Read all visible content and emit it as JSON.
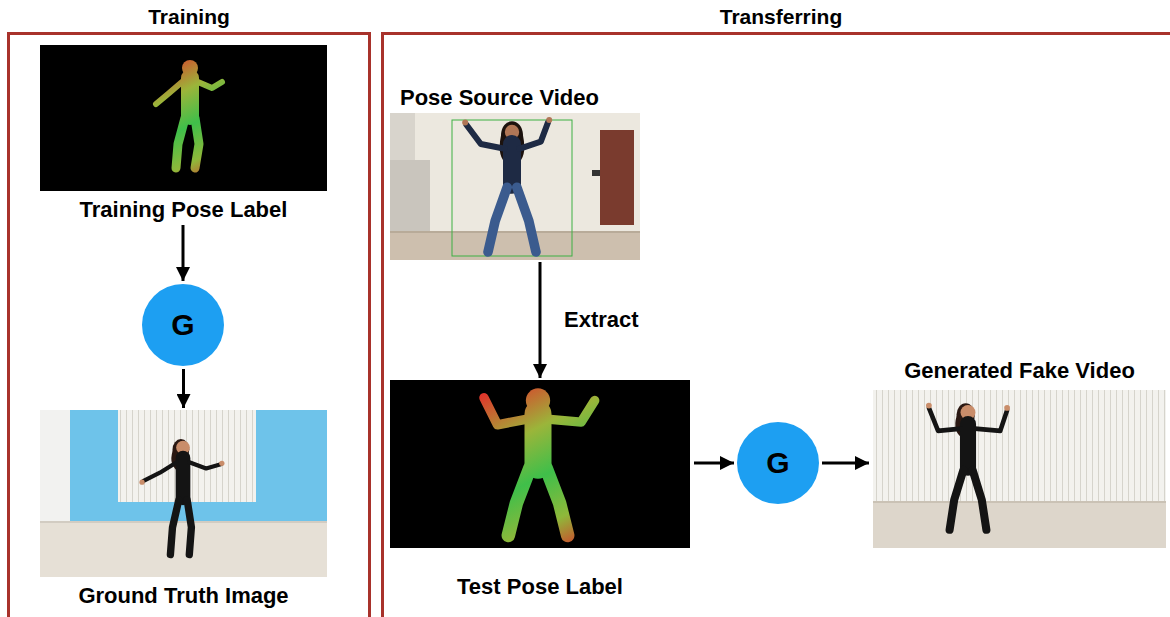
{
  "diagram": {
    "nodes": [
      {
        "text": [
          "Training"
        ]
      },
      {
        "text": [
          "Training Pose Label"
        ],
        "in": 0
      },
      {
        "text": [
          "G"
        ],
        "in": 0
      },
      {
        "text": [
          "Ground Truth Image"
        ],
        "in": 0
      },
      {
        "text": [
          "Transferring"
        ]
      },
      {
        "text": [
          "Pose Source Video"
        ],
        "in": 4
      },
      {
        "text": [
          "Test Pose Label"
        ],
        "in": 4
      },
      {
        "text": [
          "G"
        ],
        "in": 4
      },
      {
        "text": [
          "Generated Fake Video"
        ],
        "in": 4
      }
    ],
    "edges": [
      {
        "from": 1,
        "to": 2,
        "arrow": "to"
      },
      {
        "from": 2,
        "to": 3,
        "arrow": "to"
      },
      {
        "from": 5,
        "to": 6,
        "arrow": "to",
        "label": "Extract"
      },
      {
        "from": 6,
        "to": 7,
        "arrow": "to"
      },
      {
        "from": 7,
        "to": 8,
        "arrow": "to"
      }
    ]
  }
}
